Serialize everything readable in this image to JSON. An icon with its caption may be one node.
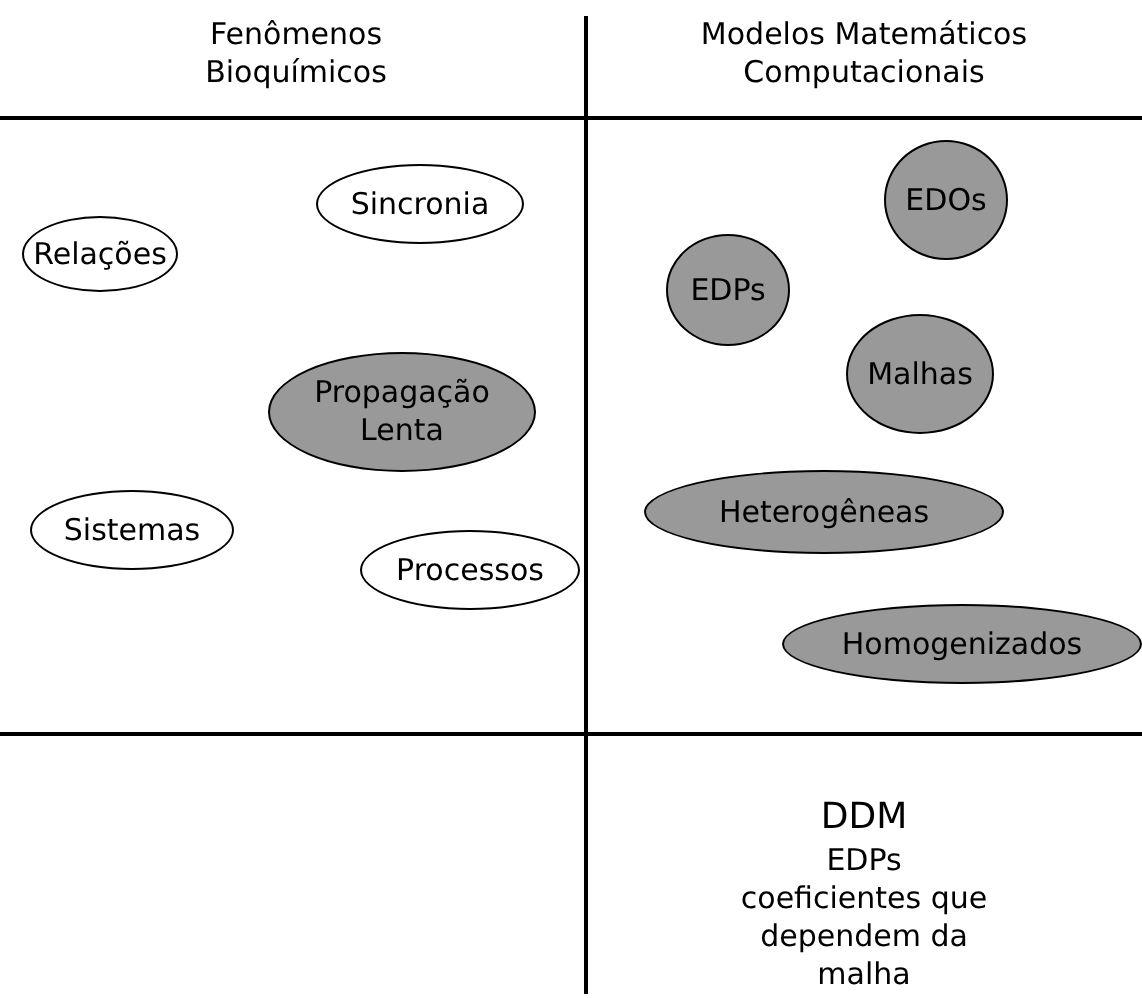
{
  "diagram": {
    "nodes": [
      {
        "text": [
          "Sincronia"
        ]
      },
      {
        "text": [
          "Relações"
        ]
      },
      {
        "text": [
          "Propagação Lenta"
        ]
      },
      {
        "text": [
          "Sistemas"
        ]
      },
      {
        "text": [
          "Processos"
        ]
      },
      {
        "text": [
          "EDOs"
        ]
      },
      {
        "text": [
          "EDPs"
        ]
      },
      {
        "text": [
          "Malhas"
        ]
      },
      {
        "text": [
          "Heterogêneas"
        ]
      },
      {
        "text": [
          "Homogenizados"
        ]
      }
    ],
    "edges": [],
    "labels": [
      "Fenômenos Bioquímicos",
      "Modelos Matemáticos Computacionais",
      "DDM",
      "EDPs",
      "coeficientes que dependem da malha"
    ]
  }
}
